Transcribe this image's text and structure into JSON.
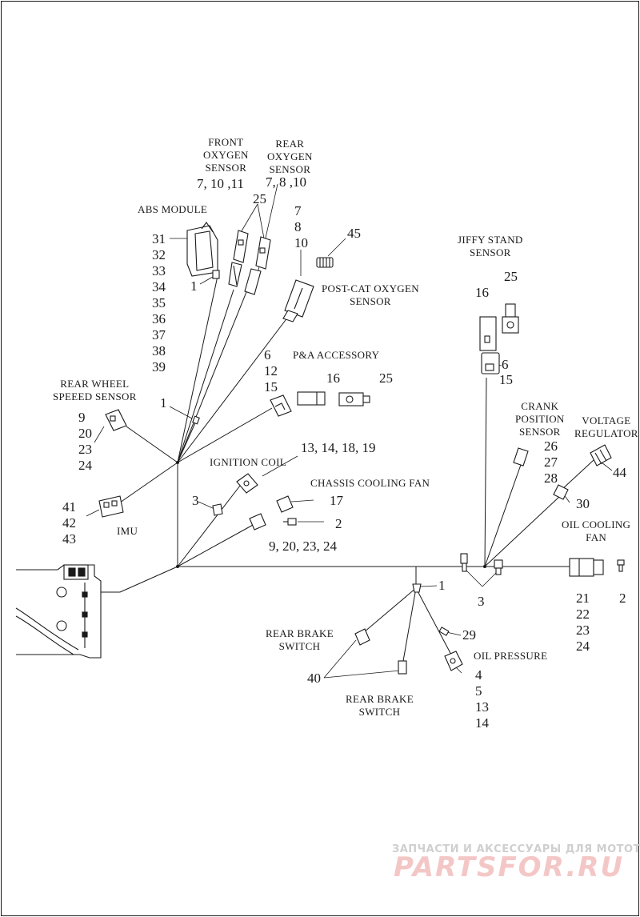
{
  "labels": {
    "front_oxygen": [
      "FRONT",
      "OXYGEN",
      "SENSOR"
    ],
    "front_oxygen_nums": "7, 10 ,11",
    "rear_oxygen": [
      "REAR",
      "OXYGEN",
      "SENSOR"
    ],
    "rear_oxygen_nums": "7, 8 ,10",
    "abs_module": "ABS MODULE",
    "abs_nums": [
      "31",
      "32",
      "33",
      "34",
      "35",
      "36",
      "37",
      "38",
      "39"
    ],
    "jiffy_stand": [
      "JIFFY STAND",
      "SENSOR"
    ],
    "post_cat": [
      "POST-CAT OXYGEN",
      "SENSOR"
    ],
    "post_cat_nums": [
      "7",
      "8",
      "10"
    ],
    "pa_accessory": "P&A ACCESSORY",
    "pa_nums": [
      "6",
      "12",
      "15"
    ],
    "rear_wheel_speed": [
      "REAR WHEEL",
      "SPEEED SENSOR"
    ],
    "rws_nums": [
      "9",
      "20",
      "23",
      "24"
    ],
    "ignition_coil": "IGNITION COIL",
    "ign_nums": "13, 14, 18, 19",
    "chassis_fan": "CHASSIS COOLING FAN",
    "crank": [
      "CRANK",
      "POSITION",
      "SENSOR"
    ],
    "crank_nums": [
      "26",
      "27",
      "28"
    ],
    "voltage_reg": [
      "VOLTAGE",
      "REGULATOR"
    ],
    "imu": "IMU",
    "imu_nums": [
      "41",
      "42",
      "43"
    ],
    "fan_nums": "9, 20, 23, 24",
    "oil_fan": [
      "OIL COOLING",
      "FAN"
    ],
    "oil_fan_nums": [
      "21",
      "22",
      "23",
      "24"
    ],
    "rear_brake_1": [
      "REAR BRAKE",
      "SWITCH"
    ],
    "rear_brake_2": [
      "REAR BRAKE",
      "SWITCH"
    ],
    "oil_pressure": "OIL PRESSURE",
    "oil_pressure_nums": [
      "4",
      "5",
      "13",
      "14"
    ],
    "callouts": {
      "c25a": "25",
      "c1a": "1",
      "c45": "45",
      "c16a": "16",
      "c25b": "25",
      "c6a": "6",
      "c15a": "15",
      "c16b": "16",
      "c25c": "25",
      "c1b": "1",
      "c3a": "3",
      "c17": "17",
      "c2a": "2",
      "c30": "30",
      "c44": "44",
      "c3b": "3",
      "c2b": "2",
      "c1c": "1",
      "c29": "29",
      "c40": "40"
    }
  },
  "watermark": {
    "line1": "ЗАПЧАСТИ И АКСЕССУАРЫ ДЛЯ МОТОТЕХНИКИ",
    "line2": "PARTSFOR.RU"
  }
}
